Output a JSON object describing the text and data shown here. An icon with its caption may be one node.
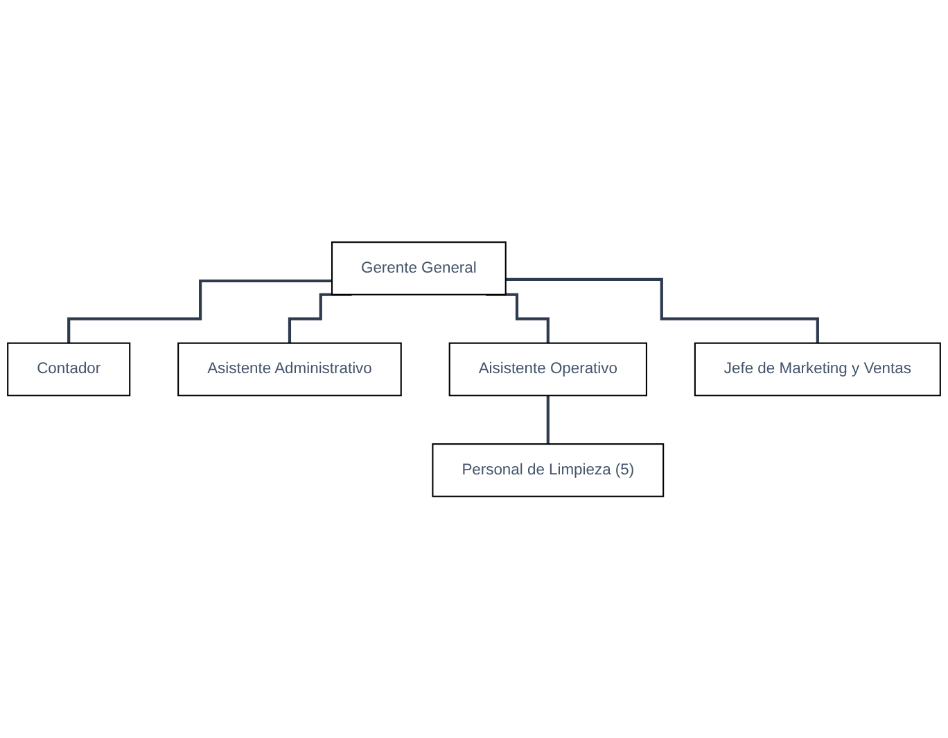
{
  "diagram": {
    "nodes": [
      {
        "text": [
          "Gerente General"
        ]
      },
      {
        "text": [
          "Contador"
        ]
      },
      {
        "text": [
          "Asistente Administrativo"
        ]
      },
      {
        "text": [
          "Aisistente Operativo"
        ]
      },
      {
        "text": [
          "Jefe de Marketing y Ventas"
        ]
      },
      {
        "text": [
          "Personal de Limpieza (5)"
        ]
      }
    ],
    "edges": [
      {
        "from": 0,
        "to": 1,
        "arrow": "none"
      },
      {
        "from": 0,
        "to": 2,
        "arrow": "none"
      },
      {
        "from": 0,
        "to": 3,
        "arrow": "none"
      },
      {
        "from": 0,
        "to": 4,
        "arrow": "none"
      },
      {
        "from": 3,
        "to": 5,
        "arrow": "none"
      }
    ]
  }
}
